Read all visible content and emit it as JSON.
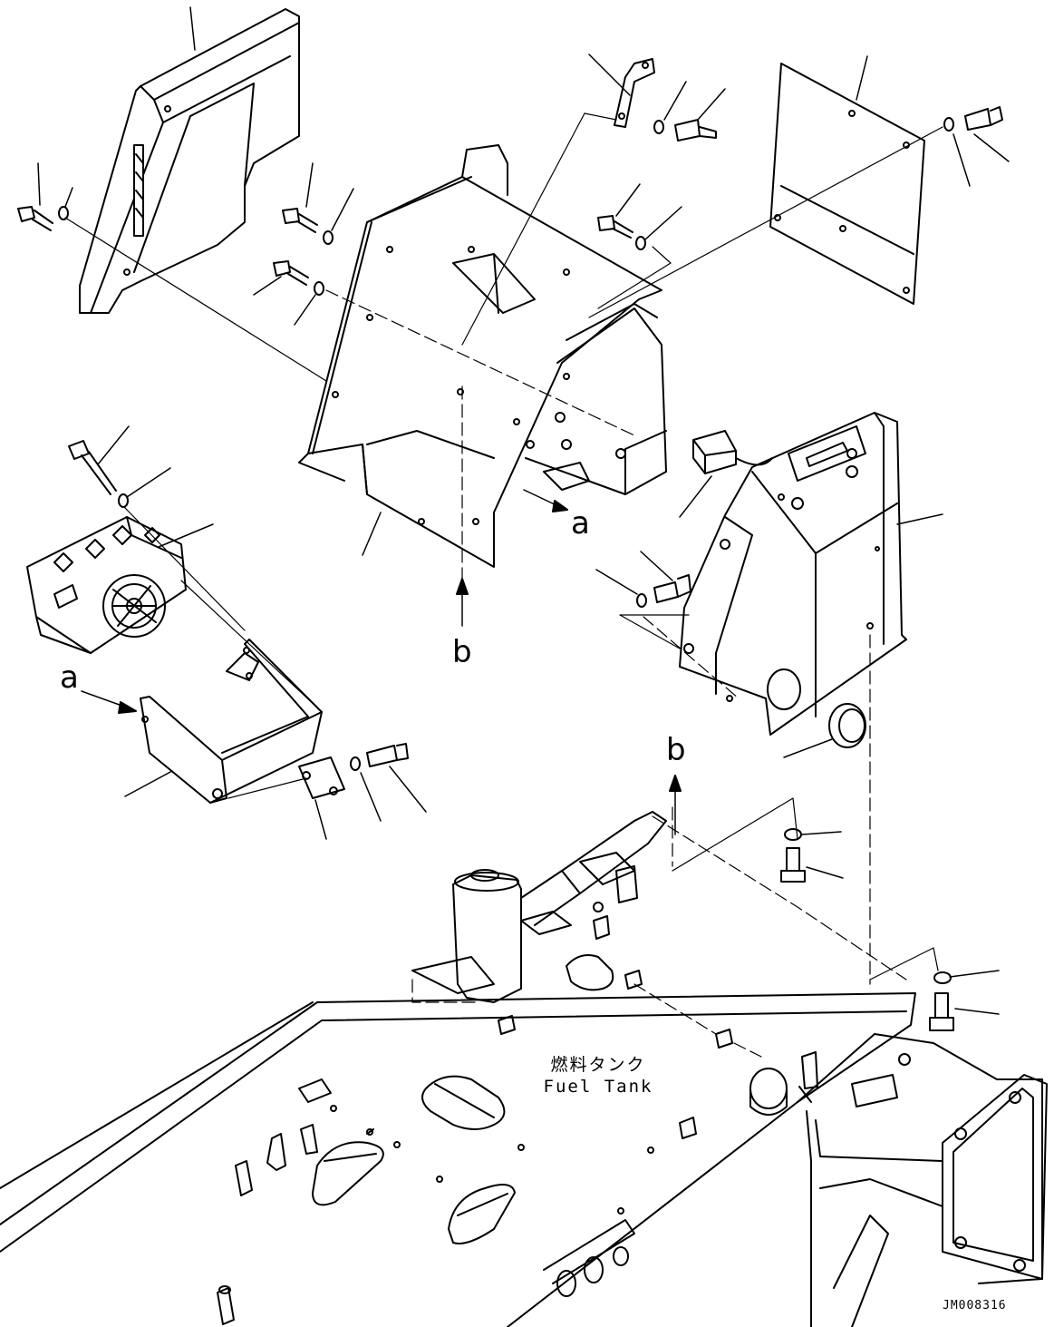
{
  "labels": {
    "view_a": "a",
    "view_b": "b"
  },
  "fuel_tank": {
    "japanese": "燃料タンク",
    "english": "Fuel Tank"
  },
  "drawing_code": "JM008316",
  "colors": {
    "line": "#000000",
    "background": "#ffffff"
  }
}
